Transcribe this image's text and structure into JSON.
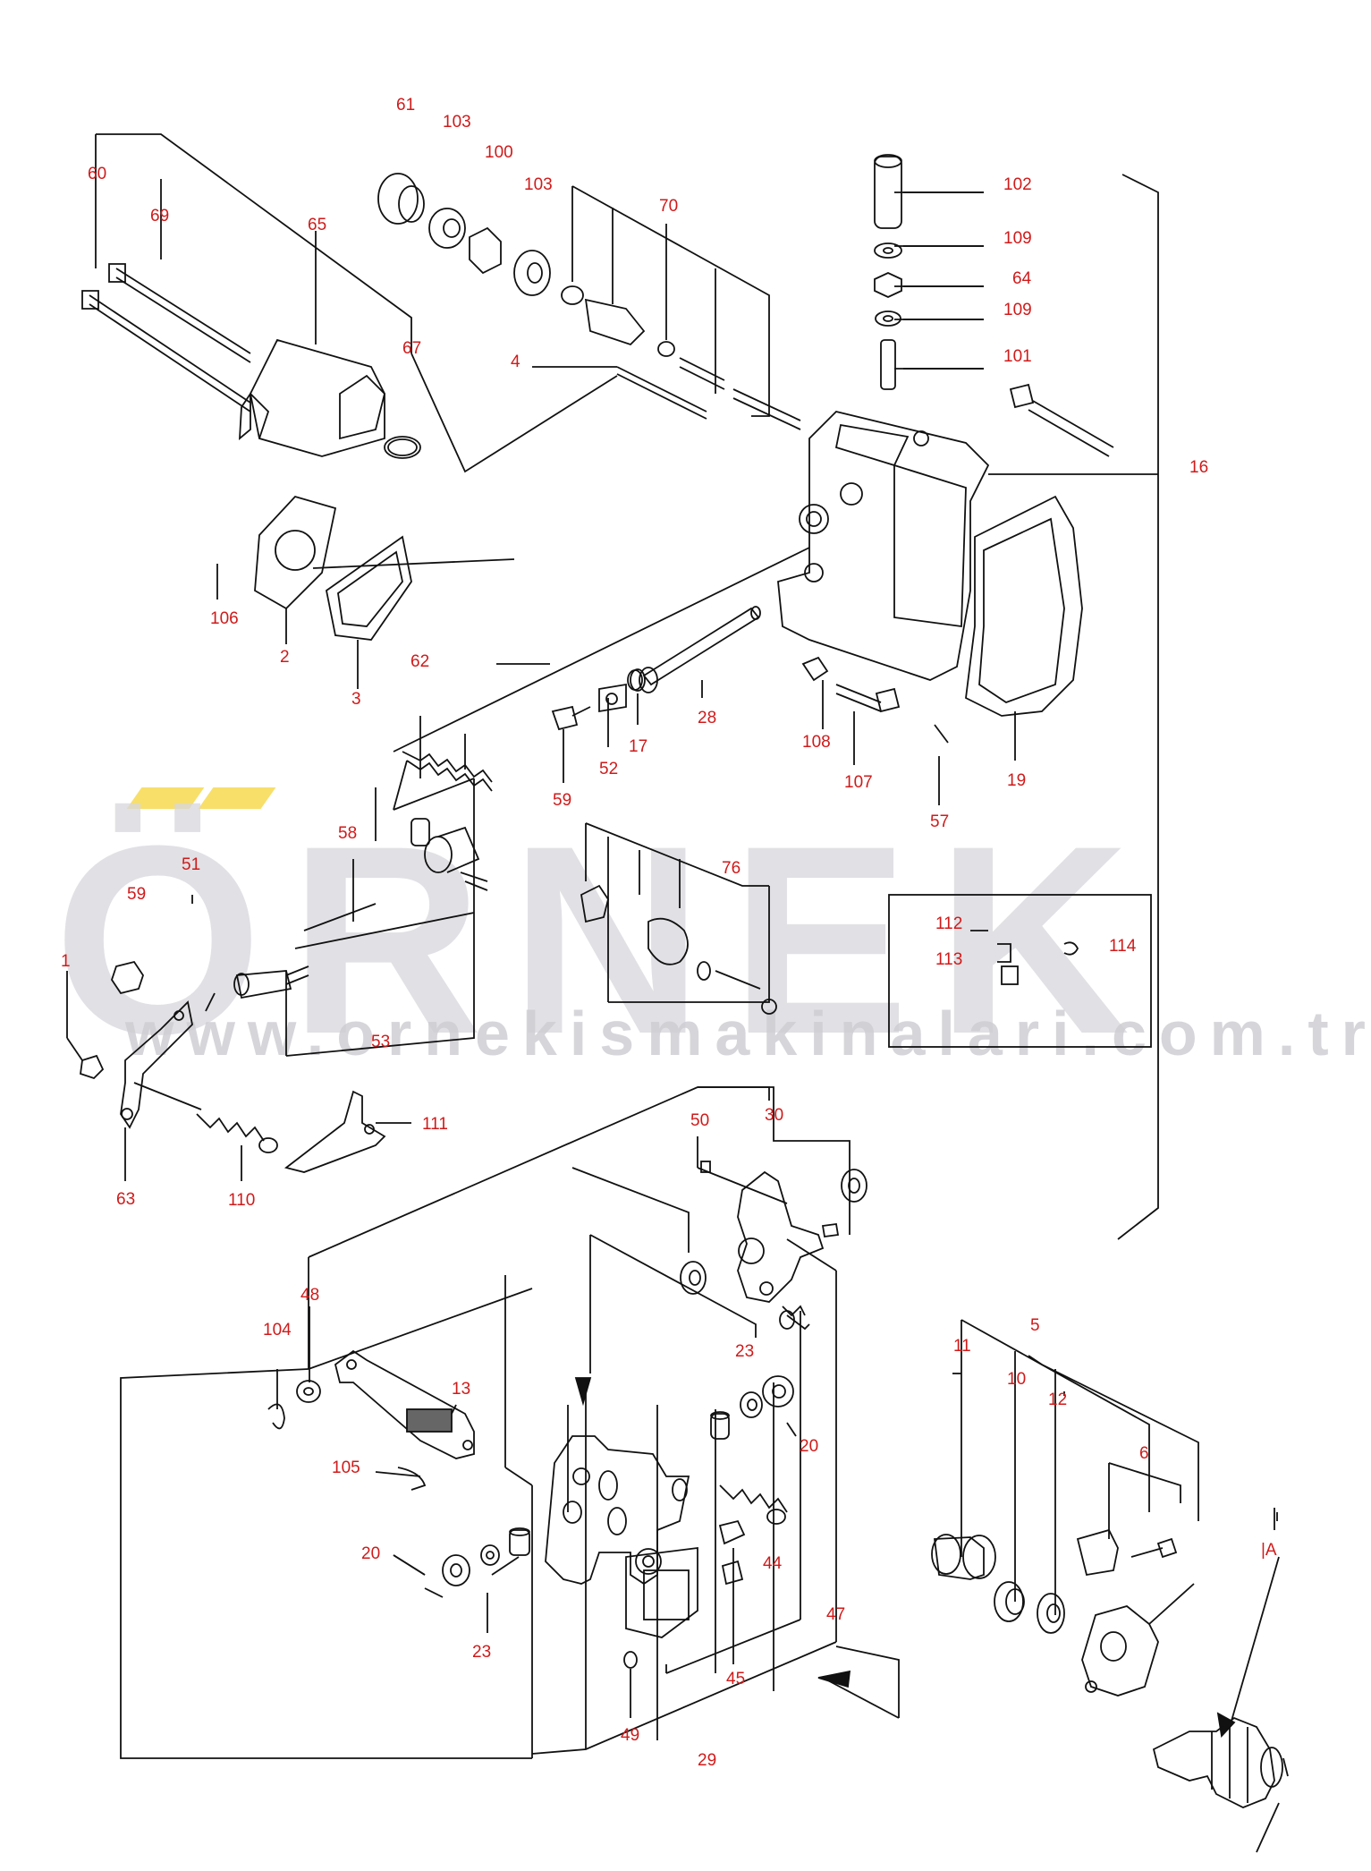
{
  "watermark": {
    "brand": "ÖRNEK",
    "url": "www.ornekismakinalari.com.tr",
    "brand_color": "#d9d8dd",
    "accent_color": "#f7df6a"
  },
  "colors": {
    "label": "#d01a1a",
    "line": "#111111"
  },
  "labels": {
    "l60": "60",
    "l69": "69",
    "l61": "61",
    "l103a": "103",
    "l100": "100",
    "l103b": "103",
    "l70": "70",
    "l65": "65",
    "l67": "67",
    "l4": "4",
    "l102": "102",
    "l109a": "109",
    "l64": "64",
    "l109b": "109",
    "l101": "101",
    "l16": "16",
    "l106": "106",
    "l2": "2",
    "l3": "3",
    "l62": "62",
    "l17": "17",
    "l28": "28",
    "l52": "52",
    "l59a": "59",
    "l108": "108",
    "l107": "107",
    "l57": "57",
    "l19": "19",
    "l58": "58",
    "l76": "76",
    "l51": "51",
    "l59b": "59",
    "l1": "1",
    "l53": "53",
    "l112": "112",
    "l113": "113",
    "l114": "114",
    "l63": "63",
    "l110": "110",
    "l111": "111",
    "l50": "50",
    "l30": "30",
    "l48": "48",
    "l104": "104",
    "l13": "13",
    "l105": "105",
    "l23a": "23",
    "l20a": "20",
    "l20b": "20",
    "l23b": "23",
    "l44": "44",
    "l47": "47",
    "l45": "45",
    "l49": "49",
    "l29": "29",
    "l5": "5",
    "l11": "11",
    "l10": "10",
    "l12": "12",
    "l6": "6",
    "lA": "|A"
  }
}
